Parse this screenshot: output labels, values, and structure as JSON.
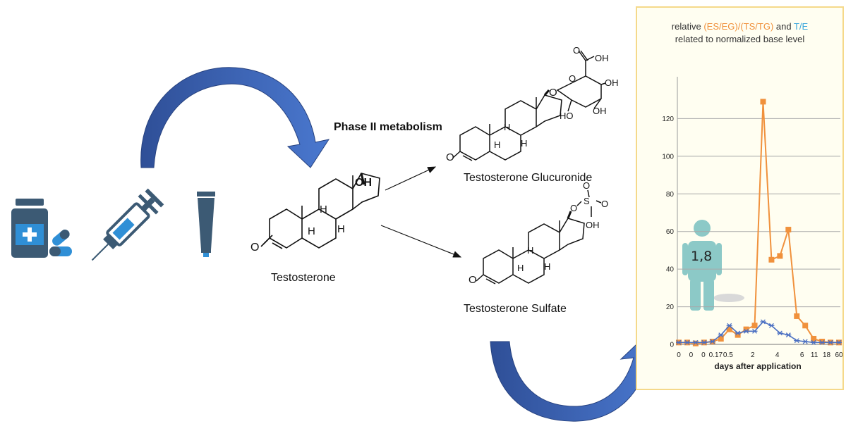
{
  "labels": {
    "phase": "Phase II metabolism",
    "testosterone": "Testosterone",
    "glucuronide": "Testosterone Glucuronide",
    "sulfate": "Testosterone Sulfate"
  },
  "atoms": {
    "OH": "OH",
    "O": "O",
    "H": "H",
    "HO": "HO",
    "S": "S"
  },
  "icons": [
    "medicine-bottle-icon",
    "capsule-icon",
    "syringe-icon",
    "cream-tube-icon",
    "person-icon"
  ],
  "colors": {
    "arrow_dark": "#2f4f97",
    "arrow_light": "#4a78cf",
    "series_orange": "#f0913c",
    "series_blue": "#4a6fc2",
    "icon_slate": "#3c5a74",
    "icon_blue": "#2f8fd6",
    "person": "#8cc9c7",
    "panel_bg": "#fffef1",
    "panel_border": "#f5d98a"
  },
  "chart_data": {
    "type": "line",
    "title_parts": {
      "prefix": "relative ",
      "orange": "(ES/EG)/(TS/TG)",
      "mid": " and ",
      "blue": "T/E",
      "line2": "related to normalized base level"
    },
    "xlabel": "days after application",
    "ylabel": "",
    "x_ticks": [
      "0",
      "0",
      "0",
      "0.17",
      "0.5",
      "1",
      "2",
      "3",
      "4",
      "5",
      "6",
      "11",
      "18",
      "60"
    ],
    "x_tick_labels": [
      "0",
      "0",
      "0",
      "0.17",
      "0.5",
      "",
      "2",
      "",
      "4",
      "",
      "6",
      "11",
      "18",
      "60"
    ],
    "ylim": [
      0,
      140
    ],
    "yticks": [
      0,
      20,
      40,
      60,
      80,
      100,
      120
    ],
    "grid": true,
    "person_value": "1,8",
    "series": [
      {
        "color": "orange",
        "marker": "square",
        "values": [
          1,
          1,
          0.5,
          1,
          1.5,
          3,
          8,
          5,
          8,
          10,
          129,
          45,
          47,
          61,
          15,
          10,
          3,
          1.5,
          1,
          1
        ]
      },
      {
        "color": "blue",
        "marker": "asterisk",
        "values": [
          1,
          1,
          1,
          1,
          1.5,
          5,
          10,
          6,
          7,
          7,
          12,
          10,
          6,
          5,
          2,
          1.5,
          1,
          1,
          1,
          1
        ]
      }
    ]
  }
}
